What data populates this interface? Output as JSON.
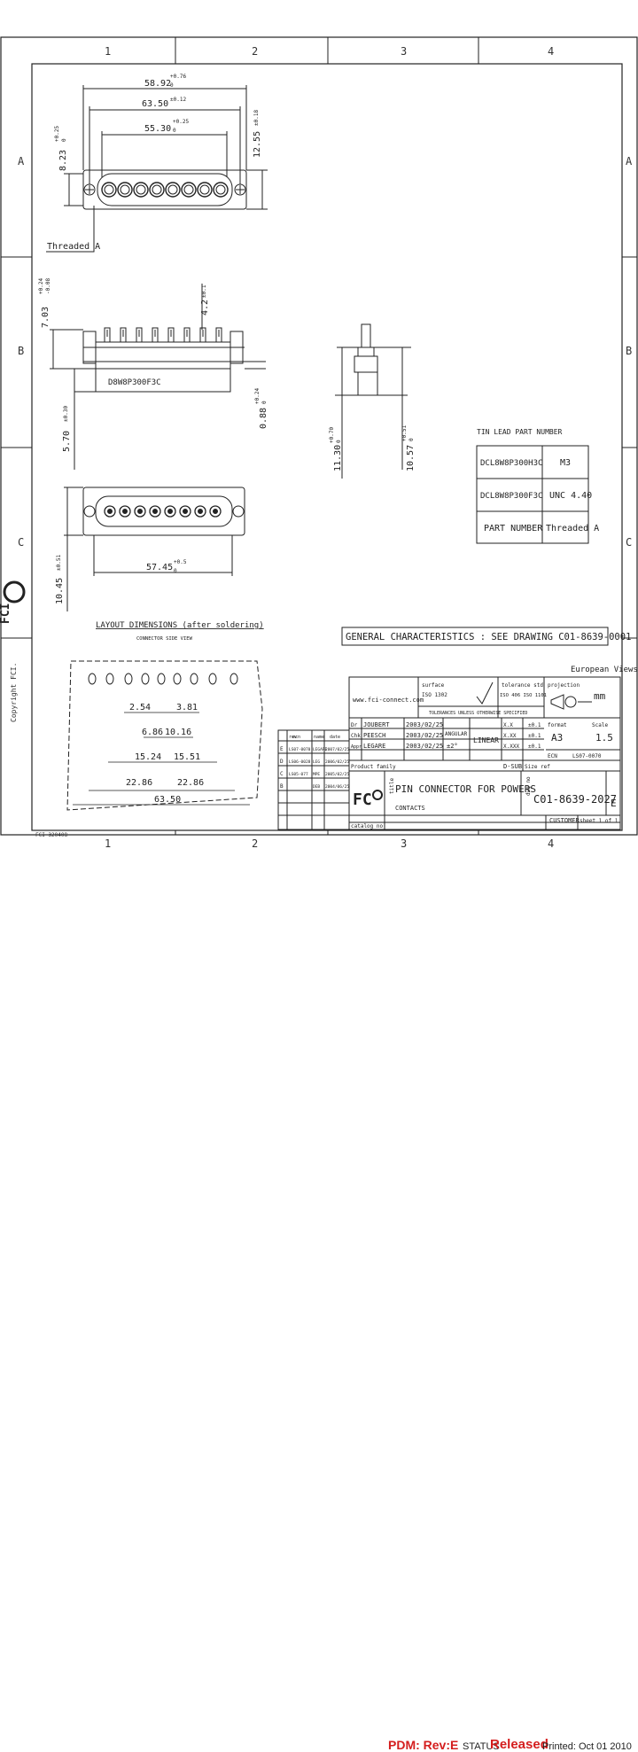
{
  "zones": {
    "columns": [
      "1",
      "2",
      "3",
      "4"
    ],
    "rows": [
      "A",
      "B",
      "C"
    ]
  },
  "top_view": {
    "dim_overall": "58.92",
    "dim_overall_tol": "+0.76",
    "dim_overall_tol0": "0",
    "dim_mount": "63.50",
    "dim_mount_tol": "±0.12",
    "dim_pins": "55.30",
    "dim_pins_tol": "+0.25",
    "dim_pins_tol0": "0",
    "dim_height": "8.23",
    "dim_height_tol": "+0.25",
    "dim_height_tol0": "0",
    "dim_width": "12.55",
    "dim_width_tol": "±0.18",
    "threaded_label": "Threaded A"
  },
  "side_view": {
    "dim_flange": "7.03",
    "dim_flange_tol": "+0.24",
    "dim_flange_tol2": "-0.08",
    "dim_lead": "4.2",
    "dim_lead_tol": "±0.1",
    "dim_base": "5.70",
    "dim_base_tol": "±0.30",
    "dim_thick": "0.88",
    "dim_thick_tol": "+0.24",
    "dim_thick_tol0": "0",
    "body_text": "D8W8P300F3C"
  },
  "end_view": {
    "dim_total": "11.30",
    "dim_total_tol": "+0.70",
    "dim_total_tol0": "0",
    "dim_body": "10.57",
    "dim_body_tol": "+0.51",
    "dim_body_tol0": "0"
  },
  "bottom_view": {
    "dim_width": "57.45",
    "dim_width_tol": "+0.5",
    "dim_width_tol0": "0",
    "dim_height": "10.45",
    "dim_height_tol": "±0.51"
  },
  "part_table": {
    "title": "TIN LEAD PART NUMBER",
    "rows": [
      {
        "part": "DCL8W8P300H3C",
        "thread": "M3"
      },
      {
        "part": "DCL8W8P300F3C",
        "thread": "UNC 4.40"
      },
      {
        "part": "PART  NUMBER",
        "thread": "Threaded A"
      }
    ]
  },
  "general_characteristics": "GENERAL CHARACTERISTICS : SEE DRAWING C01-8639-0001",
  "layout": {
    "title": "LAYOUT DIMENSIONS (after soldering)",
    "subtitle": "CONNECTOR SIDE VIEW",
    "dims": [
      "2.54",
      "3.81",
      "6.86",
      "10.16",
      "15.24",
      "15.51",
      "22.86",
      "22.86",
      "63.50"
    ]
  },
  "left_margin": {
    "copyright": "Copyright FCI."
  },
  "title_block": {
    "views_label": "European Views",
    "website": "www.fci-connect.com",
    "surface_label": "surface",
    "surface_standard": "ISO 1302",
    "tolerance_label": "tolerance std",
    "tolerance_std": "ISO 406  ISO 1101",
    "projection_label": "projection",
    "units": "mm",
    "tolerance_note": "TOLERANCES UNLESS OTHERWISE SPECIFIED",
    "signatures": [
      {
        "role": "Dr",
        "name": "JOUBERT",
        "date": "2003/02/25"
      },
      {
        "role": "Chk",
        "name": "PEESCH",
        "date": "2003/02/25"
      },
      {
        "role": "Appr",
        "name": "LEGARE",
        "date": "2003/02/25"
      }
    ],
    "angular_label": "ANGULAR",
    "angular_tol": "±2°",
    "linear_label": "LINEAR",
    "linear_values": [
      {
        "range": "X.X",
        "tol": "±0.1"
      },
      {
        "range": "X.XX",
        "tol": "±0.1"
      },
      {
        "range": "X.XXX",
        "tol": "±0.1"
      }
    ],
    "format_label": "format",
    "format_value": "A3",
    "scale_label": "Scale",
    "scale_value": "1.5",
    "ecn_label": "ECN",
    "ecn_value": "LS07-0070",
    "product_family_label": "Product family",
    "product_family": "D-SUB",
    "size_ref_label": "Size ref",
    "rev_headers": [
      "rev",
      "ecn",
      "name",
      "date"
    ],
    "revisions": [
      {
        "rev": "E",
        "ecn": "LS07-0070",
        "name": "LEGARE",
        "date": "2007/02/25"
      },
      {
        "rev": "D",
        "ecn": "LS06-0028",
        "name": "LEG",
        "date": "2006/02/25"
      },
      {
        "rev": "C",
        "ecn": "LS05-077",
        "name": "MPE",
        "date": "2005/02/25"
      },
      {
        "rev": "B",
        "ecn": "",
        "name": "DEB",
        "date": "2004/06/25"
      }
    ],
    "title_label": "title",
    "title_line1": "PIN CONNECTOR  FOR POWERS",
    "title_line2": "CONTACTS",
    "dwg_label": "dwg no",
    "drawing_number": "C01-8639-2027",
    "rev_value": "E",
    "customer_label": "CUSTOMER",
    "sheet": "sheet 1 of 1",
    "catalog": "catalog no",
    "form_ref": "FCI  320408"
  },
  "footer": {
    "pdm": "PDM: Rev:E",
    "status_label": "STATUS",
    "status_value": "Released",
    "printed": "Printed: Oct 01 2010"
  },
  "colors": {
    "line": "#222222",
    "accent": "#d41e1e"
  }
}
